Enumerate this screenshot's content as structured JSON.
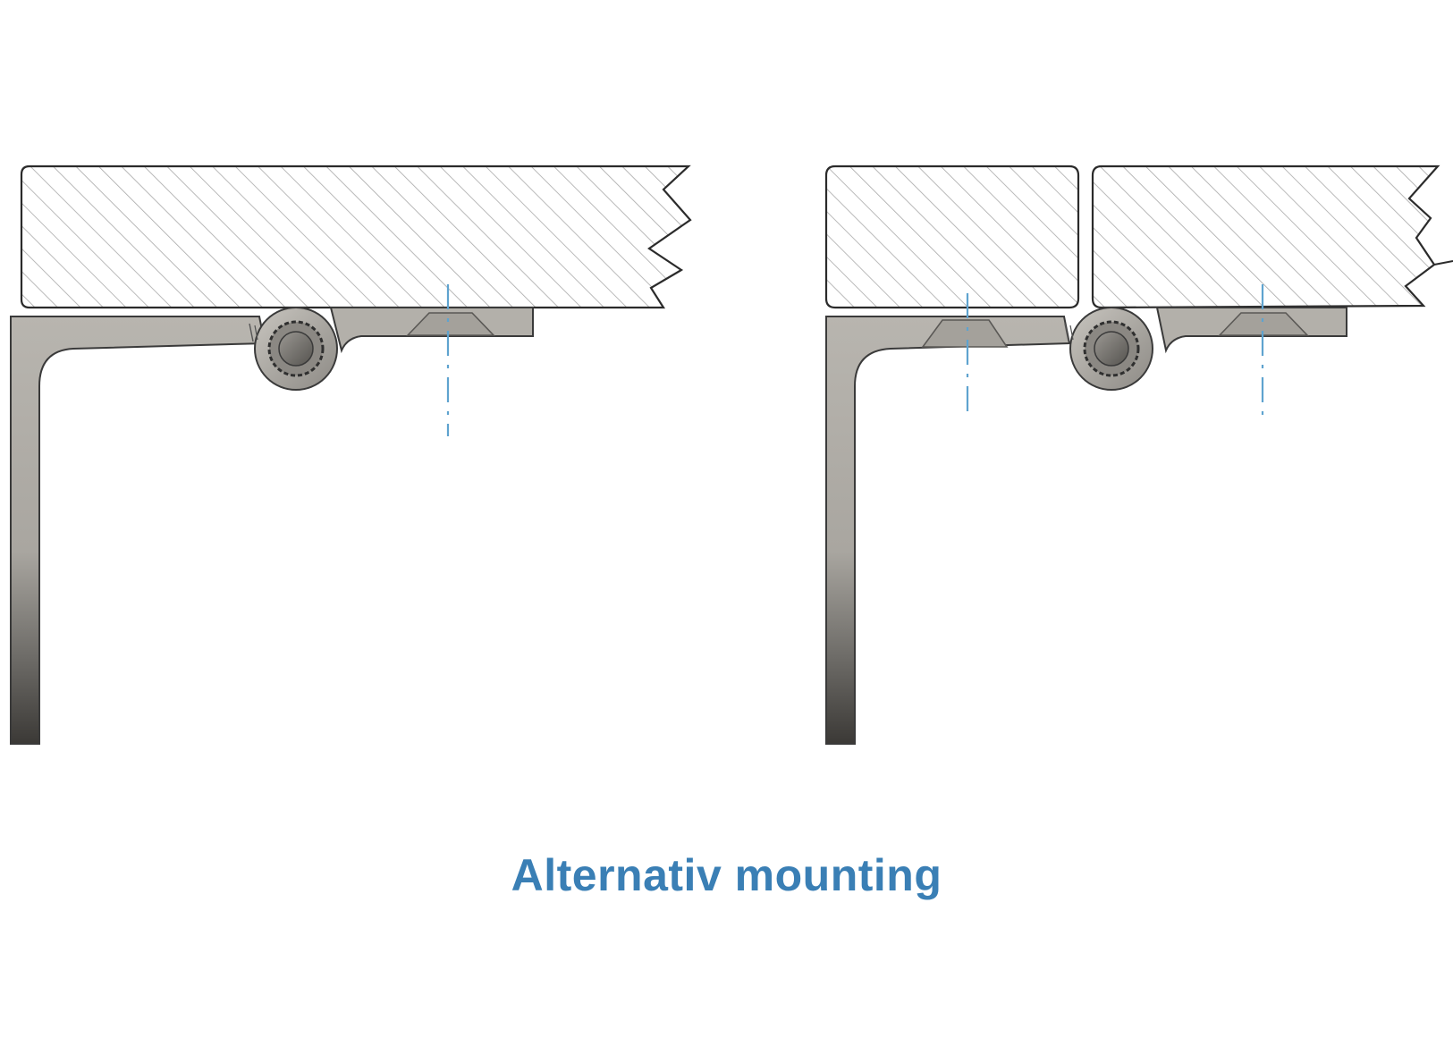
{
  "caption": "Alternativ mounting",
  "colors": {
    "caption": "#3a7fb5",
    "metal_light": "#b7b4ae",
    "metal_dark": "#3e3c39",
    "outline": "#2a2a2a",
    "hatch": "#9a9a9a",
    "axis": "#5fa3cf"
  },
  "views": [
    {
      "name": "single-panel-view",
      "panels": 1
    },
    {
      "name": "double-panel-view",
      "panels": 2
    }
  ]
}
